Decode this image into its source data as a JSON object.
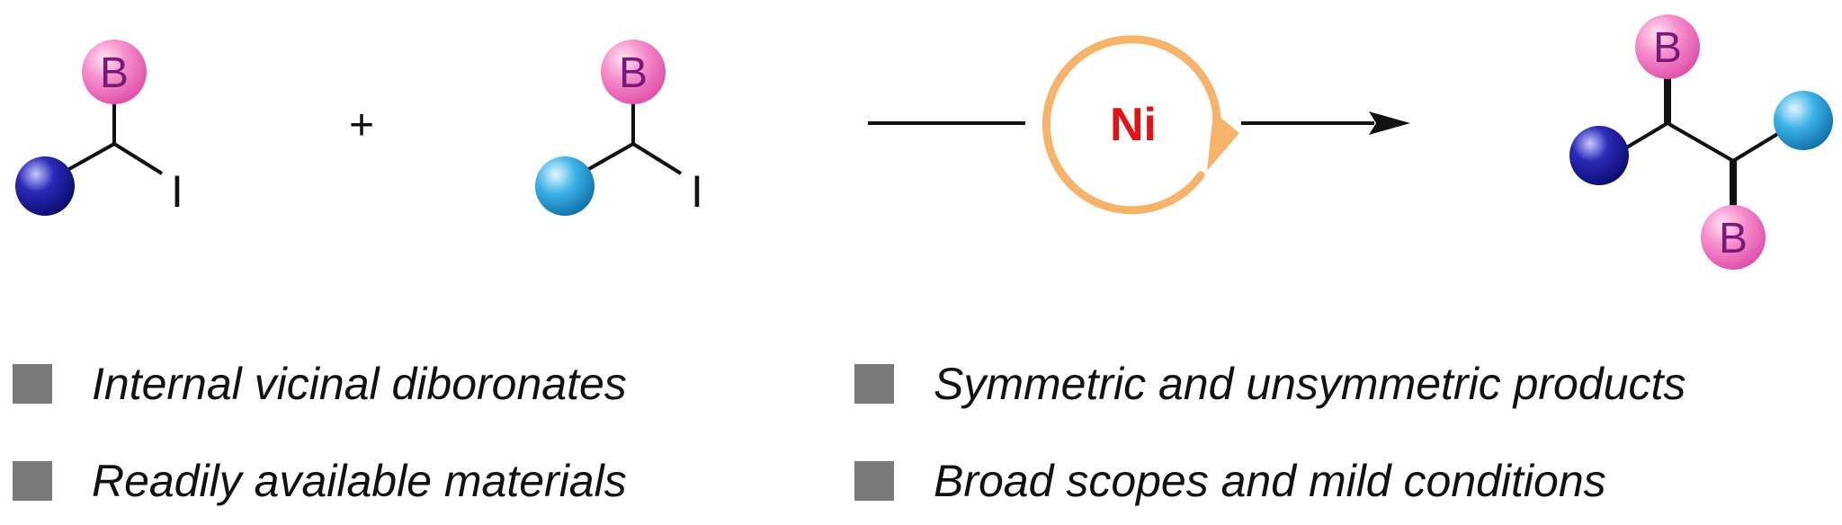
{
  "scheme": {
    "boron_label": "B",
    "iodine_label": "I",
    "plus_sign": "+",
    "catalyst_label": "Ni",
    "colors": {
      "boron_sphere": "#f07fc4",
      "boron_text": "#7a1a78",
      "dark_blue_sphere": "#1a1a9a",
      "light_blue_sphere": "#1e9fd6",
      "catalyst_ring": "#f6b36a",
      "catalyst_text": "#e01414",
      "bond": "#111111"
    }
  },
  "bullets": [
    {
      "text": "Internal vicinal diboronates"
    },
    {
      "text": "Symmetric and unsymmetric products"
    },
    {
      "text": "Readily available materials"
    },
    {
      "text": "Broad scopes and mild conditions"
    }
  ]
}
